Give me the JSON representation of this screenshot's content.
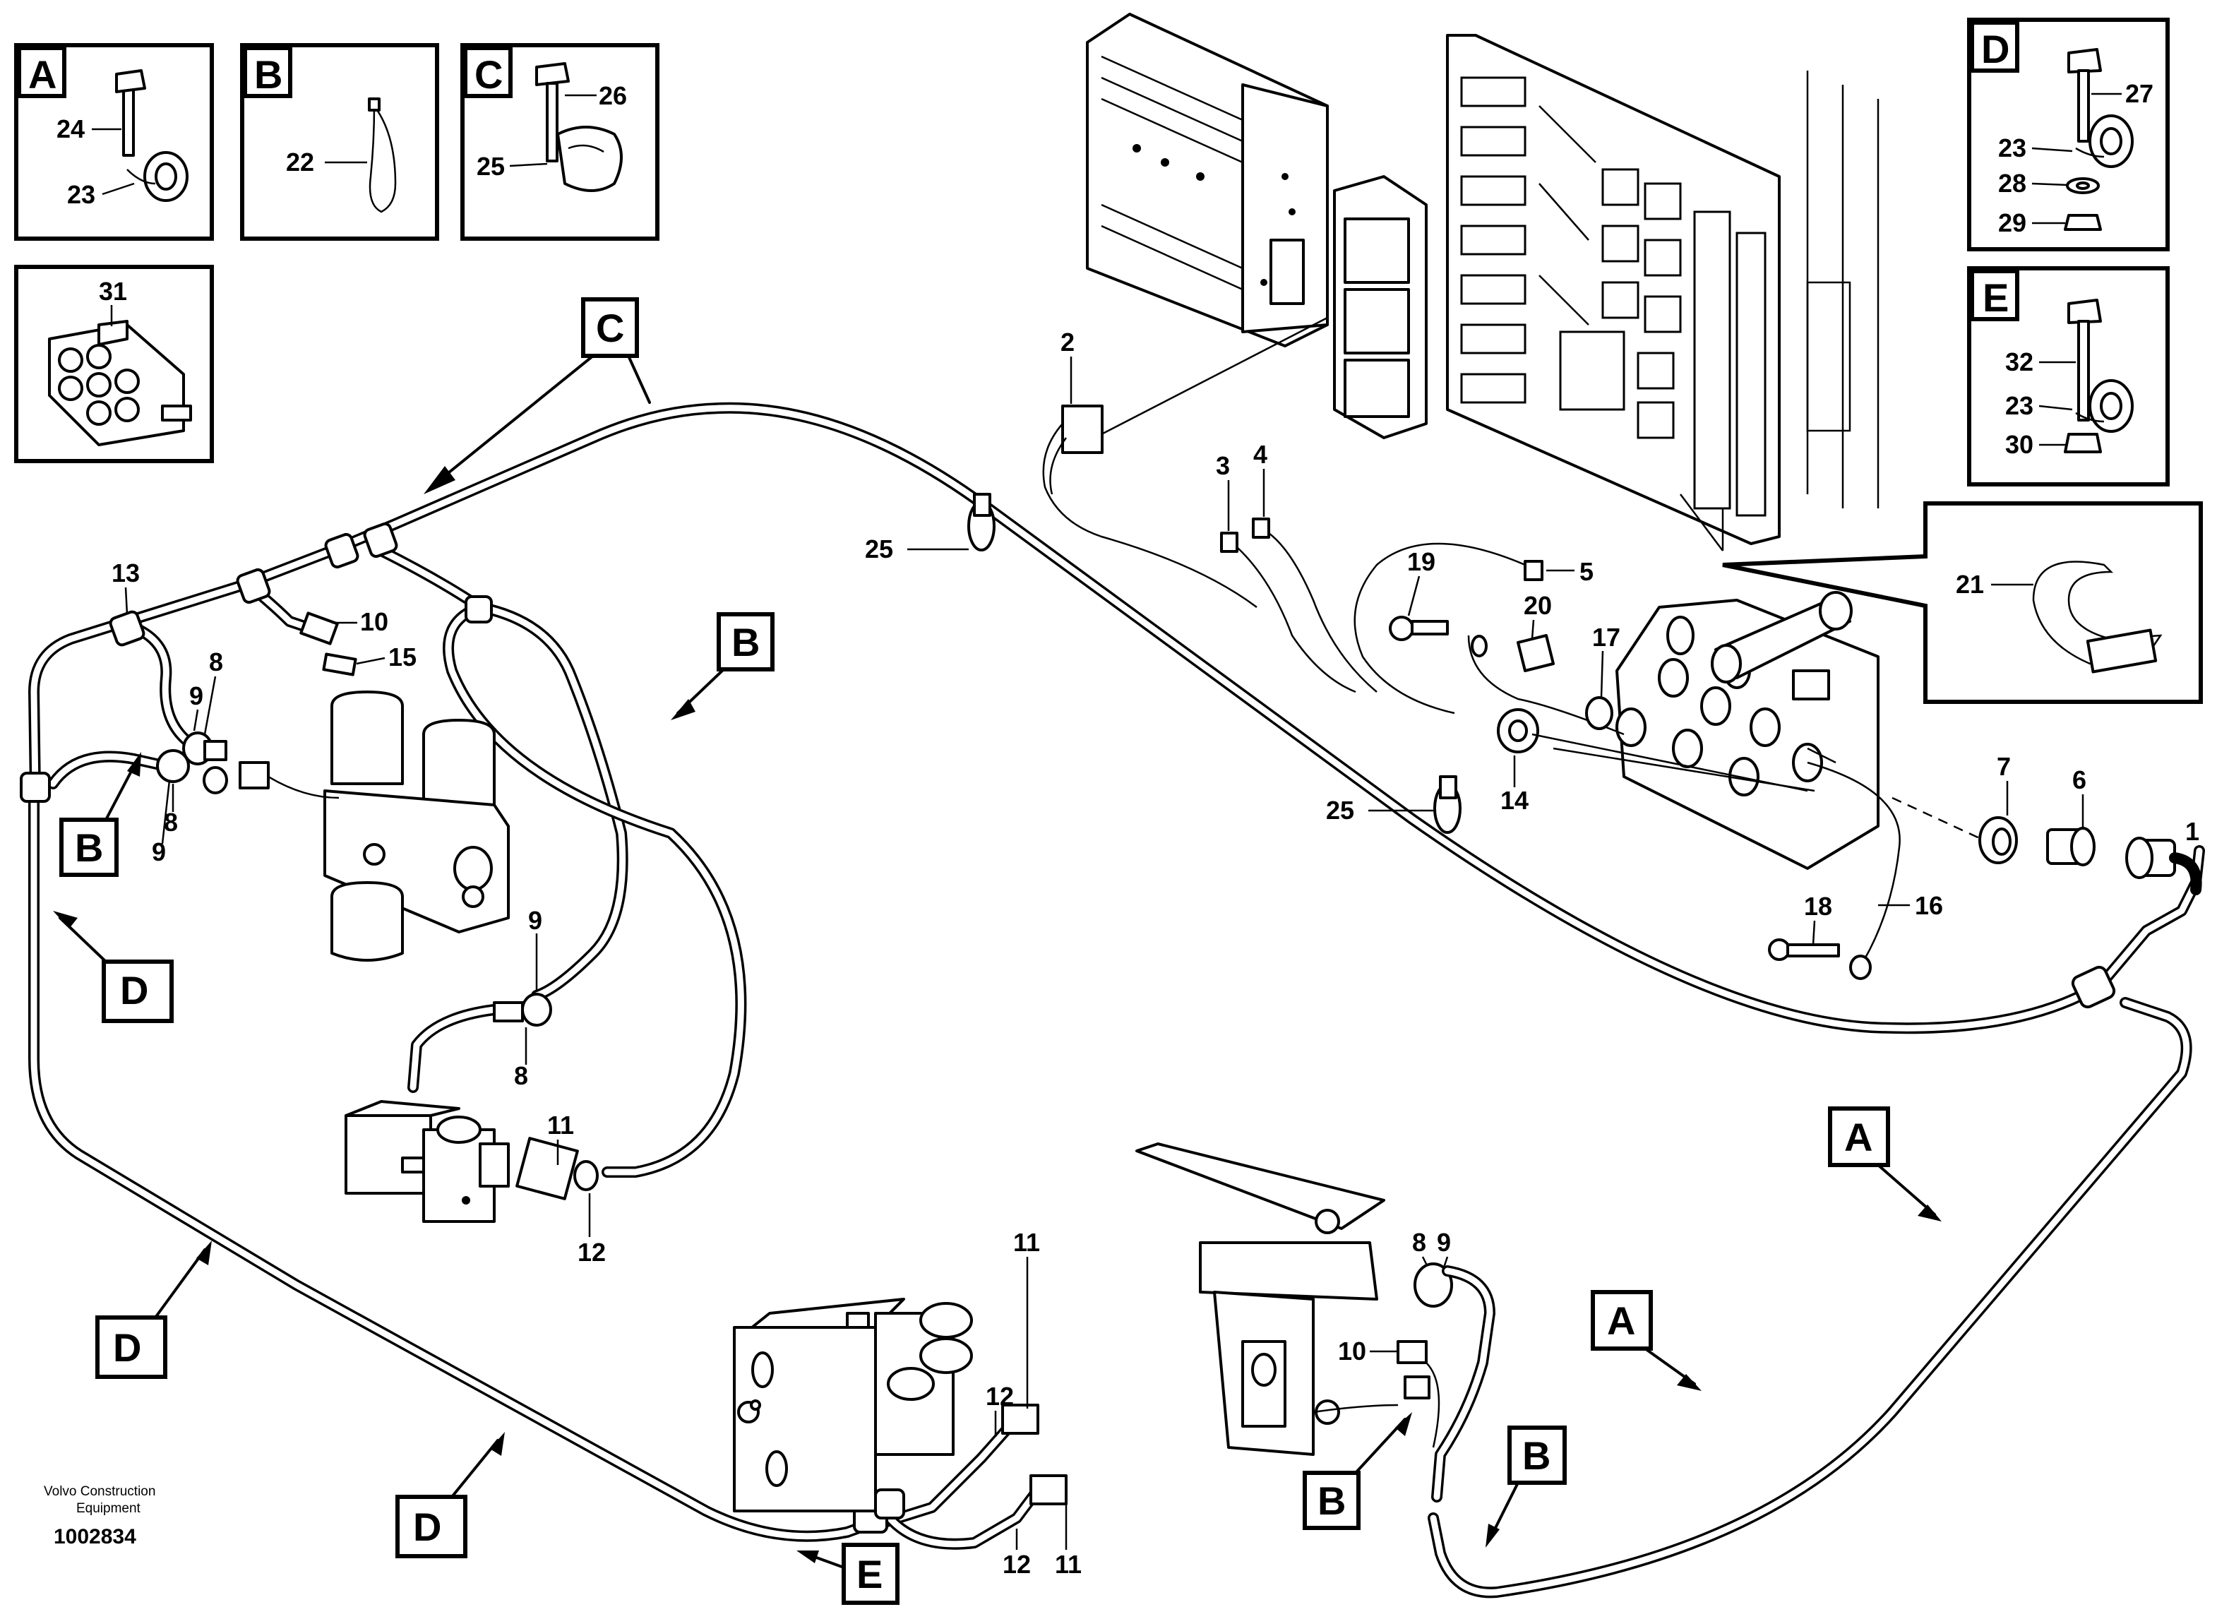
{
  "detail_boxes": [
    {
      "id": "A",
      "letter": "A",
      "labels": [
        "24",
        "23"
      ]
    },
    {
      "id": "B",
      "letter": "B",
      "labels": [
        "22"
      ]
    },
    {
      "id": "C",
      "letter": "C",
      "labels": [
        "26",
        "25"
      ]
    },
    {
      "id": "D",
      "letter": "D",
      "labels": [
        "27",
        "23",
        "28",
        "29"
      ]
    },
    {
      "id": "E",
      "letter": "E",
      "labels": [
        "32",
        "23",
        "30"
      ]
    },
    {
      "id": "31",
      "letter": "",
      "labels": [
        "31"
      ]
    },
    {
      "id": "21",
      "letter": "",
      "labels": [
        "21"
      ]
    }
  ],
  "callouts": [
    "C",
    "B",
    "B",
    "D",
    "D",
    "D",
    "E",
    "A",
    "A",
    "B",
    "B"
  ],
  "part_numbers": [
    "1",
    "2",
    "3",
    "4",
    "5",
    "6",
    "7",
    "8",
    "8",
    "8",
    "8",
    "9",
    "9",
    "9",
    "9",
    "9",
    "10",
    "10",
    "11",
    "11",
    "11",
    "12",
    "12",
    "12",
    "13",
    "14",
    "15",
    "16",
    "17",
    "18",
    "19",
    "20",
    "25",
    "25"
  ],
  "caption": {
    "company_line1": "Volvo Construction",
    "company_line2": "Equipment",
    "drawing_number": "1002834"
  }
}
